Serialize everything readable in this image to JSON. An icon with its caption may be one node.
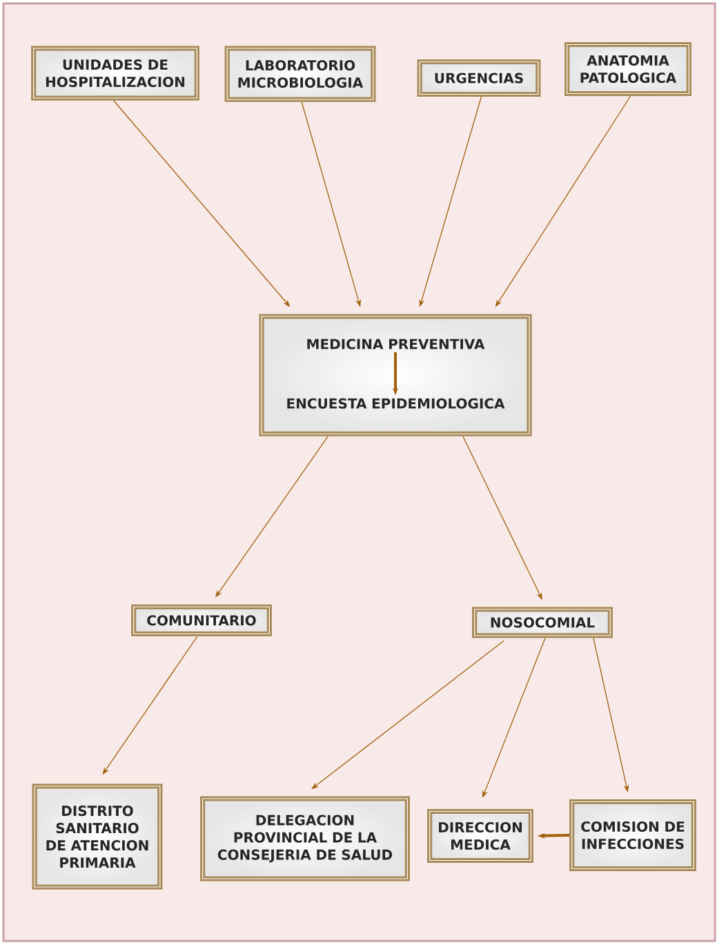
{
  "diagram": {
    "nodes": [
      {
        "text": [
          "UNIDADES DE HOSPITALIZACION"
        ]
      },
      {
        "text": [
          "LABORATORIO MICROBIOLOGIA"
        ]
      },
      {
        "text": [
          "URGENCIAS"
        ]
      },
      {
        "text": [
          "ANATOMIA PATOLOGICA"
        ]
      },
      {
        "text": [],
        "shape": "box"
      },
      {
        "text": [
          "MEDICINA PREVENTIVA"
        ],
        "in": 4
      },
      {
        "text": [
          "ENCUESTA EPIDEMIOLOGICA"
        ],
        "in": 4
      },
      {
        "text": [
          "COMUNITARIO"
        ]
      },
      {
        "text": [
          "NOSOCOMIAL"
        ]
      },
      {
        "text": [
          "DISTRITO SANITARIO DE ATENCION PRIMARIA"
        ]
      },
      {
        "text": [
          "DELEGACION PROVINCIAL DE LA CONSEJERIA DE SALUD"
        ]
      },
      {
        "text": [
          "DIRECCION MEDICA"
        ]
      },
      {
        "text": [
          "COMISION DE INFECCIONES"
        ]
      }
    ],
    "edges": [
      {
        "from": 0,
        "to": 4,
        "arrow": "to"
      },
      {
        "from": 1,
        "to": 4,
        "arrow": "to"
      },
      {
        "from": 2,
        "to": 4,
        "arrow": "to"
      },
      {
        "from": 3,
        "to": 4,
        "arrow": "to"
      },
      {
        "from": 5,
        "to": 6,
        "arrow": "to",
        "style": "thick"
      },
      {
        "from": 4,
        "to": 7,
        "arrow": "to"
      },
      {
        "from": 4,
        "to": 8,
        "arrow": "to"
      },
      {
        "from": 7,
        "to": 9,
        "arrow": "to"
      },
      {
        "from": 8,
        "to": 10,
        "arrow": "to"
      },
      {
        "from": 8,
        "to": 11,
        "arrow": "to"
      },
      {
        "from": 8,
        "to": 12,
        "arrow": "to"
      },
      {
        "from": 12,
        "to": 11,
        "arrow": "to",
        "style": "thick"
      }
    ]
  }
}
